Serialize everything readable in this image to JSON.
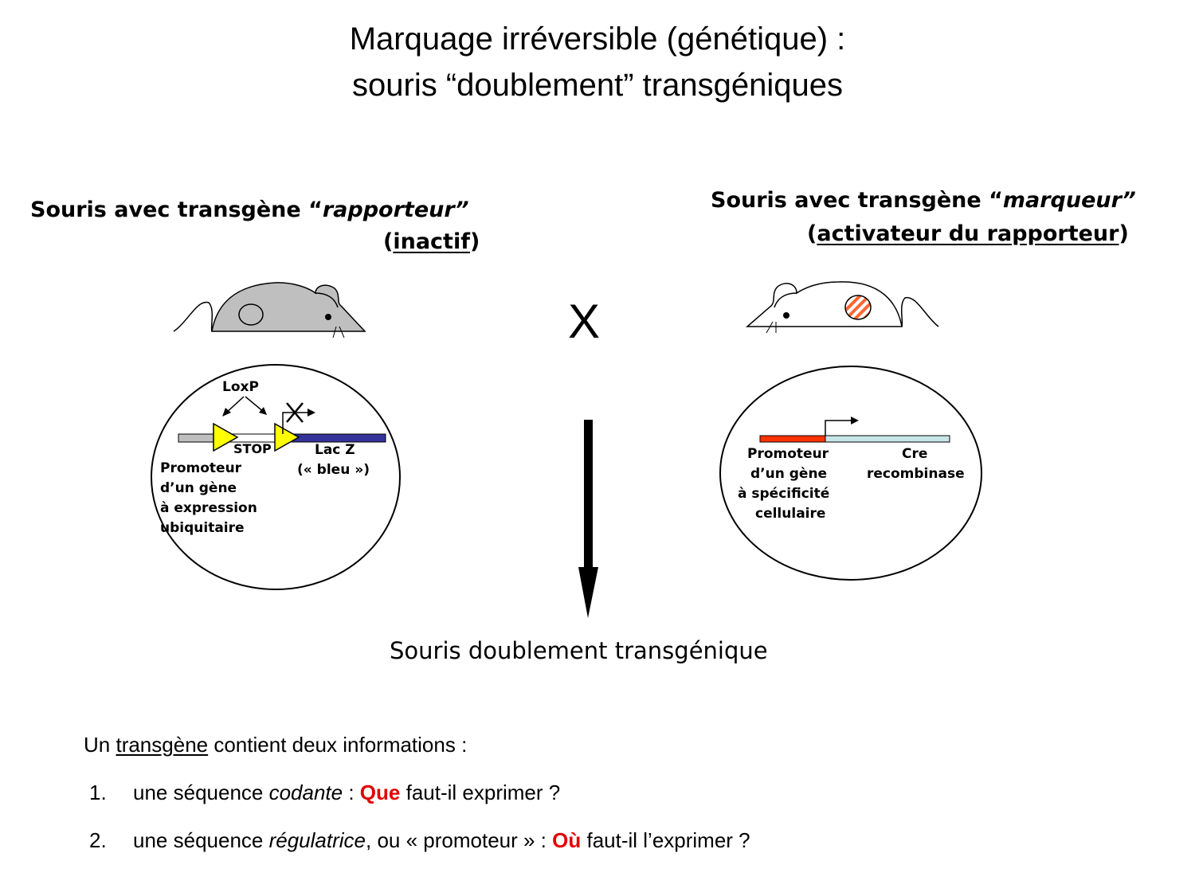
{
  "title": {
    "line1": "Marquage irréversible (génétique) :",
    "line2": "souris “doublement” transgéniques"
  },
  "left": {
    "heading_prefix": "Souris avec transgène “",
    "heading_italic": "rapporteur”",
    "heading_line2_open": "(",
    "heading_line2_word": "inactif",
    "heading_line2_close": ")",
    "loxp": "LoxP",
    "stop": "STOP",
    "lacz_line1": "Lac Z",
    "lacz_line2": "(« bleu »)",
    "promoter_lines": [
      "Promoteur",
      "d’un gène",
      "à expression",
      "ubiquitaire"
    ]
  },
  "right": {
    "heading_prefix": "Souris avec transgène “",
    "heading_italic": "marqueur”",
    "heading_line2_open": "(",
    "heading_line2_word": "activateur du rapporteur",
    "heading_line2_close": ")",
    "promoter_lines": [
      "Promoteur",
      "d’un gène",
      "à spécificité",
      "cellulaire"
    ],
    "cre_line1": "Cre",
    "cre_line2": "recombinase"
  },
  "cross_symbol": "X",
  "result_label": "Souris doublement transgénique",
  "bottom": {
    "intro_prefix": "Un ",
    "intro_underlined": "transgène",
    "intro_suffix": " contient deux informations :",
    "items": [
      {
        "num": "1.",
        "pre": "une séquence ",
        "ital": "codante",
        "mid": " : ",
        "key": "Que",
        "post": " faut-il exprimer ?"
      },
      {
        "num": "2.",
        "pre": "une séquence ",
        "ital": "régulatrice",
        "mid": ", ou « promoteur » : ",
        "key": "Où",
        "post": " faut-il l’exprimer ?"
      }
    ]
  },
  "colors": {
    "mouse_grey": "#bfbfbf",
    "loxp_yellow": "#ffff00",
    "lacz_blue": "#333399",
    "promoter_red": "#ff3300",
    "cre_cyan": "#c8e6e8",
    "accent_red": "#e00000"
  }
}
